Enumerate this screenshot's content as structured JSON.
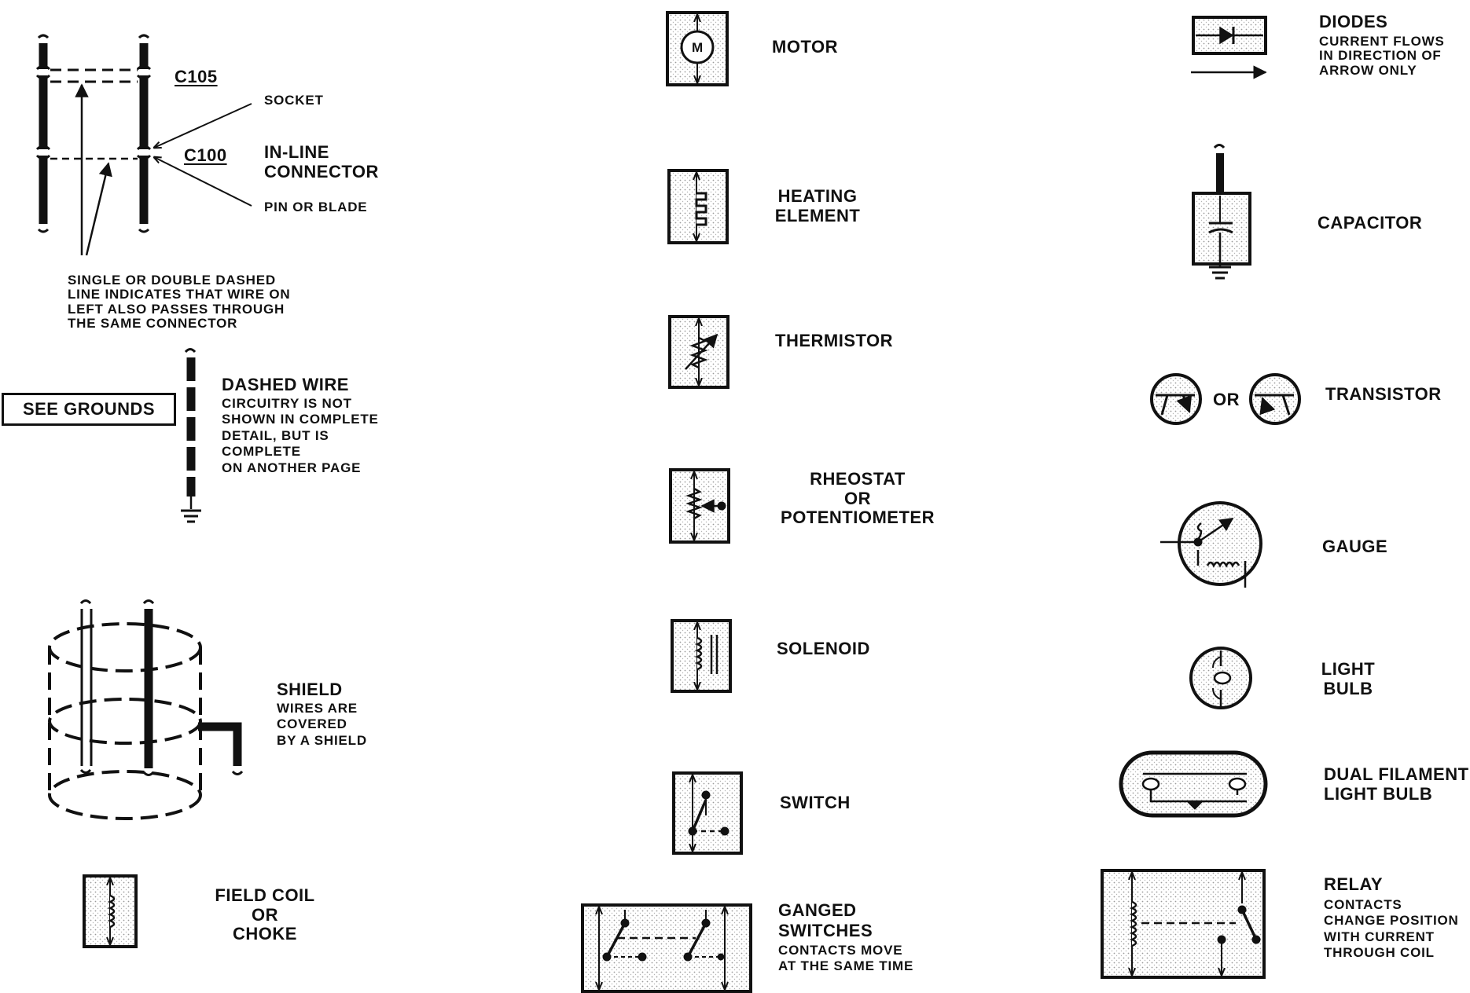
{
  "connector": {
    "c105": "C105",
    "c100": "C100",
    "socket": "SOCKET",
    "inline_line1": "IN-LINE",
    "inline_line2": "CONNECTOR",
    "pin": "PIN OR BLADE",
    "note": [
      "SINGLE OR DOUBLE DASHED",
      "LINE INDICATES THAT WIRE ON",
      "LEFT ALSO PASSES THROUGH",
      "THE SAME CONNECTOR"
    ]
  },
  "see_grounds": "SEE GROUNDS",
  "dashed_wire": {
    "title": "DASHED WIRE",
    "desc": [
      "CIRCUITRY IS NOT",
      "SHOWN IN COMPLETE",
      "DETAIL, BUT IS",
      "COMPLETE",
      "ON ANOTHER PAGE"
    ]
  },
  "shield": {
    "title": "SHIELD",
    "desc": [
      "WIRES ARE",
      "COVERED",
      "BY A SHIELD"
    ]
  },
  "field_coil": [
    "FIELD COIL",
    "OR",
    "CHOKE"
  ],
  "motor": {
    "label": "MOTOR",
    "glyph": "M"
  },
  "heating": [
    "HEATING",
    "ELEMENT"
  ],
  "thermistor": "THERMISTOR",
  "rheostat": [
    "RHEOSTAT",
    "OR",
    "POTENTIOMETER"
  ],
  "solenoid": "SOLENOID",
  "switch": "SWITCH",
  "ganged": {
    "title": [
      "GANGED",
      "SWITCHES"
    ],
    "desc": [
      "CONTACTS MOVE",
      "AT THE SAME TIME"
    ]
  },
  "diodes": {
    "title": "DIODES",
    "desc": [
      "CURRENT FLOWS",
      "IN DIRECTION OF",
      "ARROW ONLY"
    ]
  },
  "capacitor": "CAPACITOR",
  "transistor": {
    "or": "OR",
    "label": "TRANSISTOR"
  },
  "gauge": "GAUGE",
  "light_bulb": [
    "LIGHT",
    "BULB"
  ],
  "dual_filament": [
    "DUAL FILAMENT",
    "LIGHT BULB"
  ],
  "relay": {
    "title": "RELAY",
    "desc": [
      "CONTACTS",
      "CHANGE POSITION",
      "WITH CURRENT",
      "THROUGH COIL"
    ]
  }
}
